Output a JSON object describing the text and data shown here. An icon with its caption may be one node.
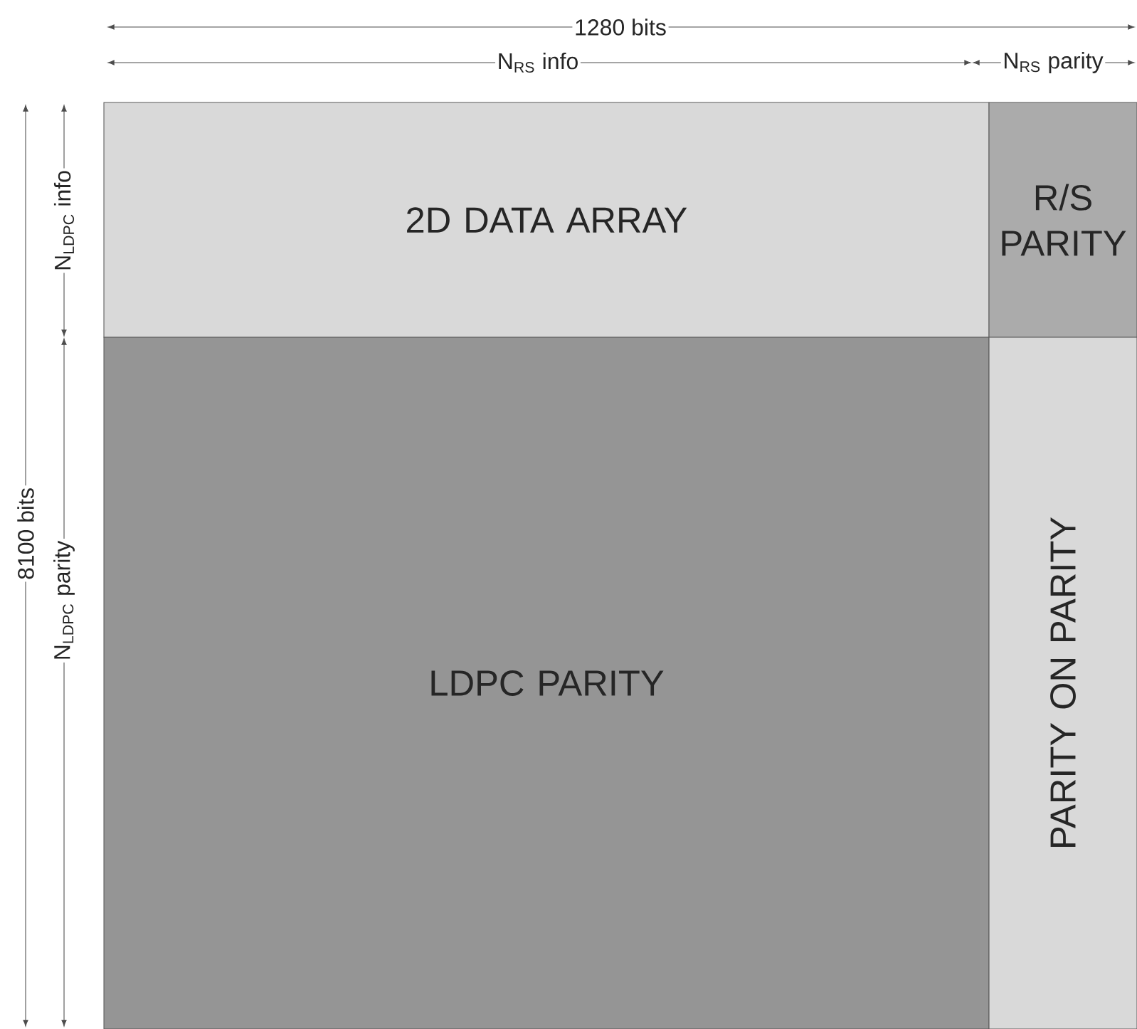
{
  "diagram": {
    "nodes": [
      {
        "text": [
          "2D DATA ARRAY"
        ]
      },
      {
        "text": [
          "R/S PARITY"
        ]
      },
      {
        "text": [
          "LDPC PARITY"
        ]
      },
      {
        "text": [
          "PARITY ON PARITY"
        ]
      }
    ],
    "labels": [
      "1280 bits",
      "N$_{RS}$ info",
      "N$_{RS}$ parity",
      "8100 bits",
      "N$_{LDPC}$ info",
      "N$_{LDPC}$ parity"
    ]
  }
}
